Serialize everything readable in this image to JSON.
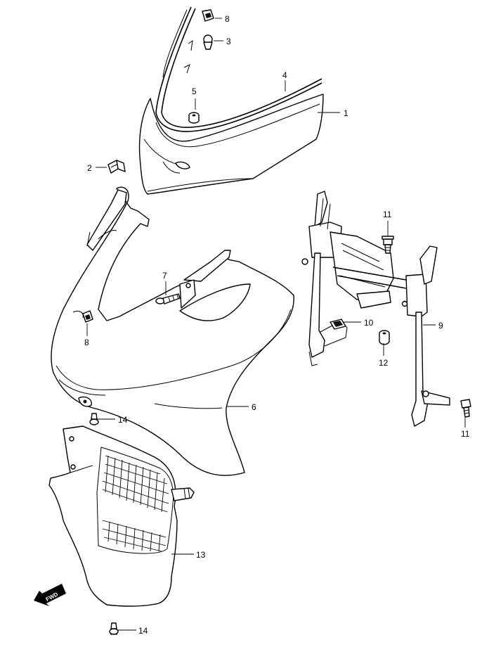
{
  "callouts": {
    "c1": "1",
    "c2": "2",
    "c3": "3",
    "c4": "4",
    "c5": "5",
    "c6": "6",
    "c7": "7",
    "c8a": "8",
    "c8b": "8",
    "c9": "9",
    "c10": "10",
    "c11a": "11",
    "c11b": "11",
    "c12": "12",
    "c13": "13",
    "c14a": "14",
    "c14b": "14"
  },
  "fwd_label": "FWD",
  "icons": {
    "fwd_arrow": "fwd-arrow-icon",
    "screw": "screw-icon",
    "clip": "clip-nut-icon",
    "grommet": "grommet-icon"
  }
}
